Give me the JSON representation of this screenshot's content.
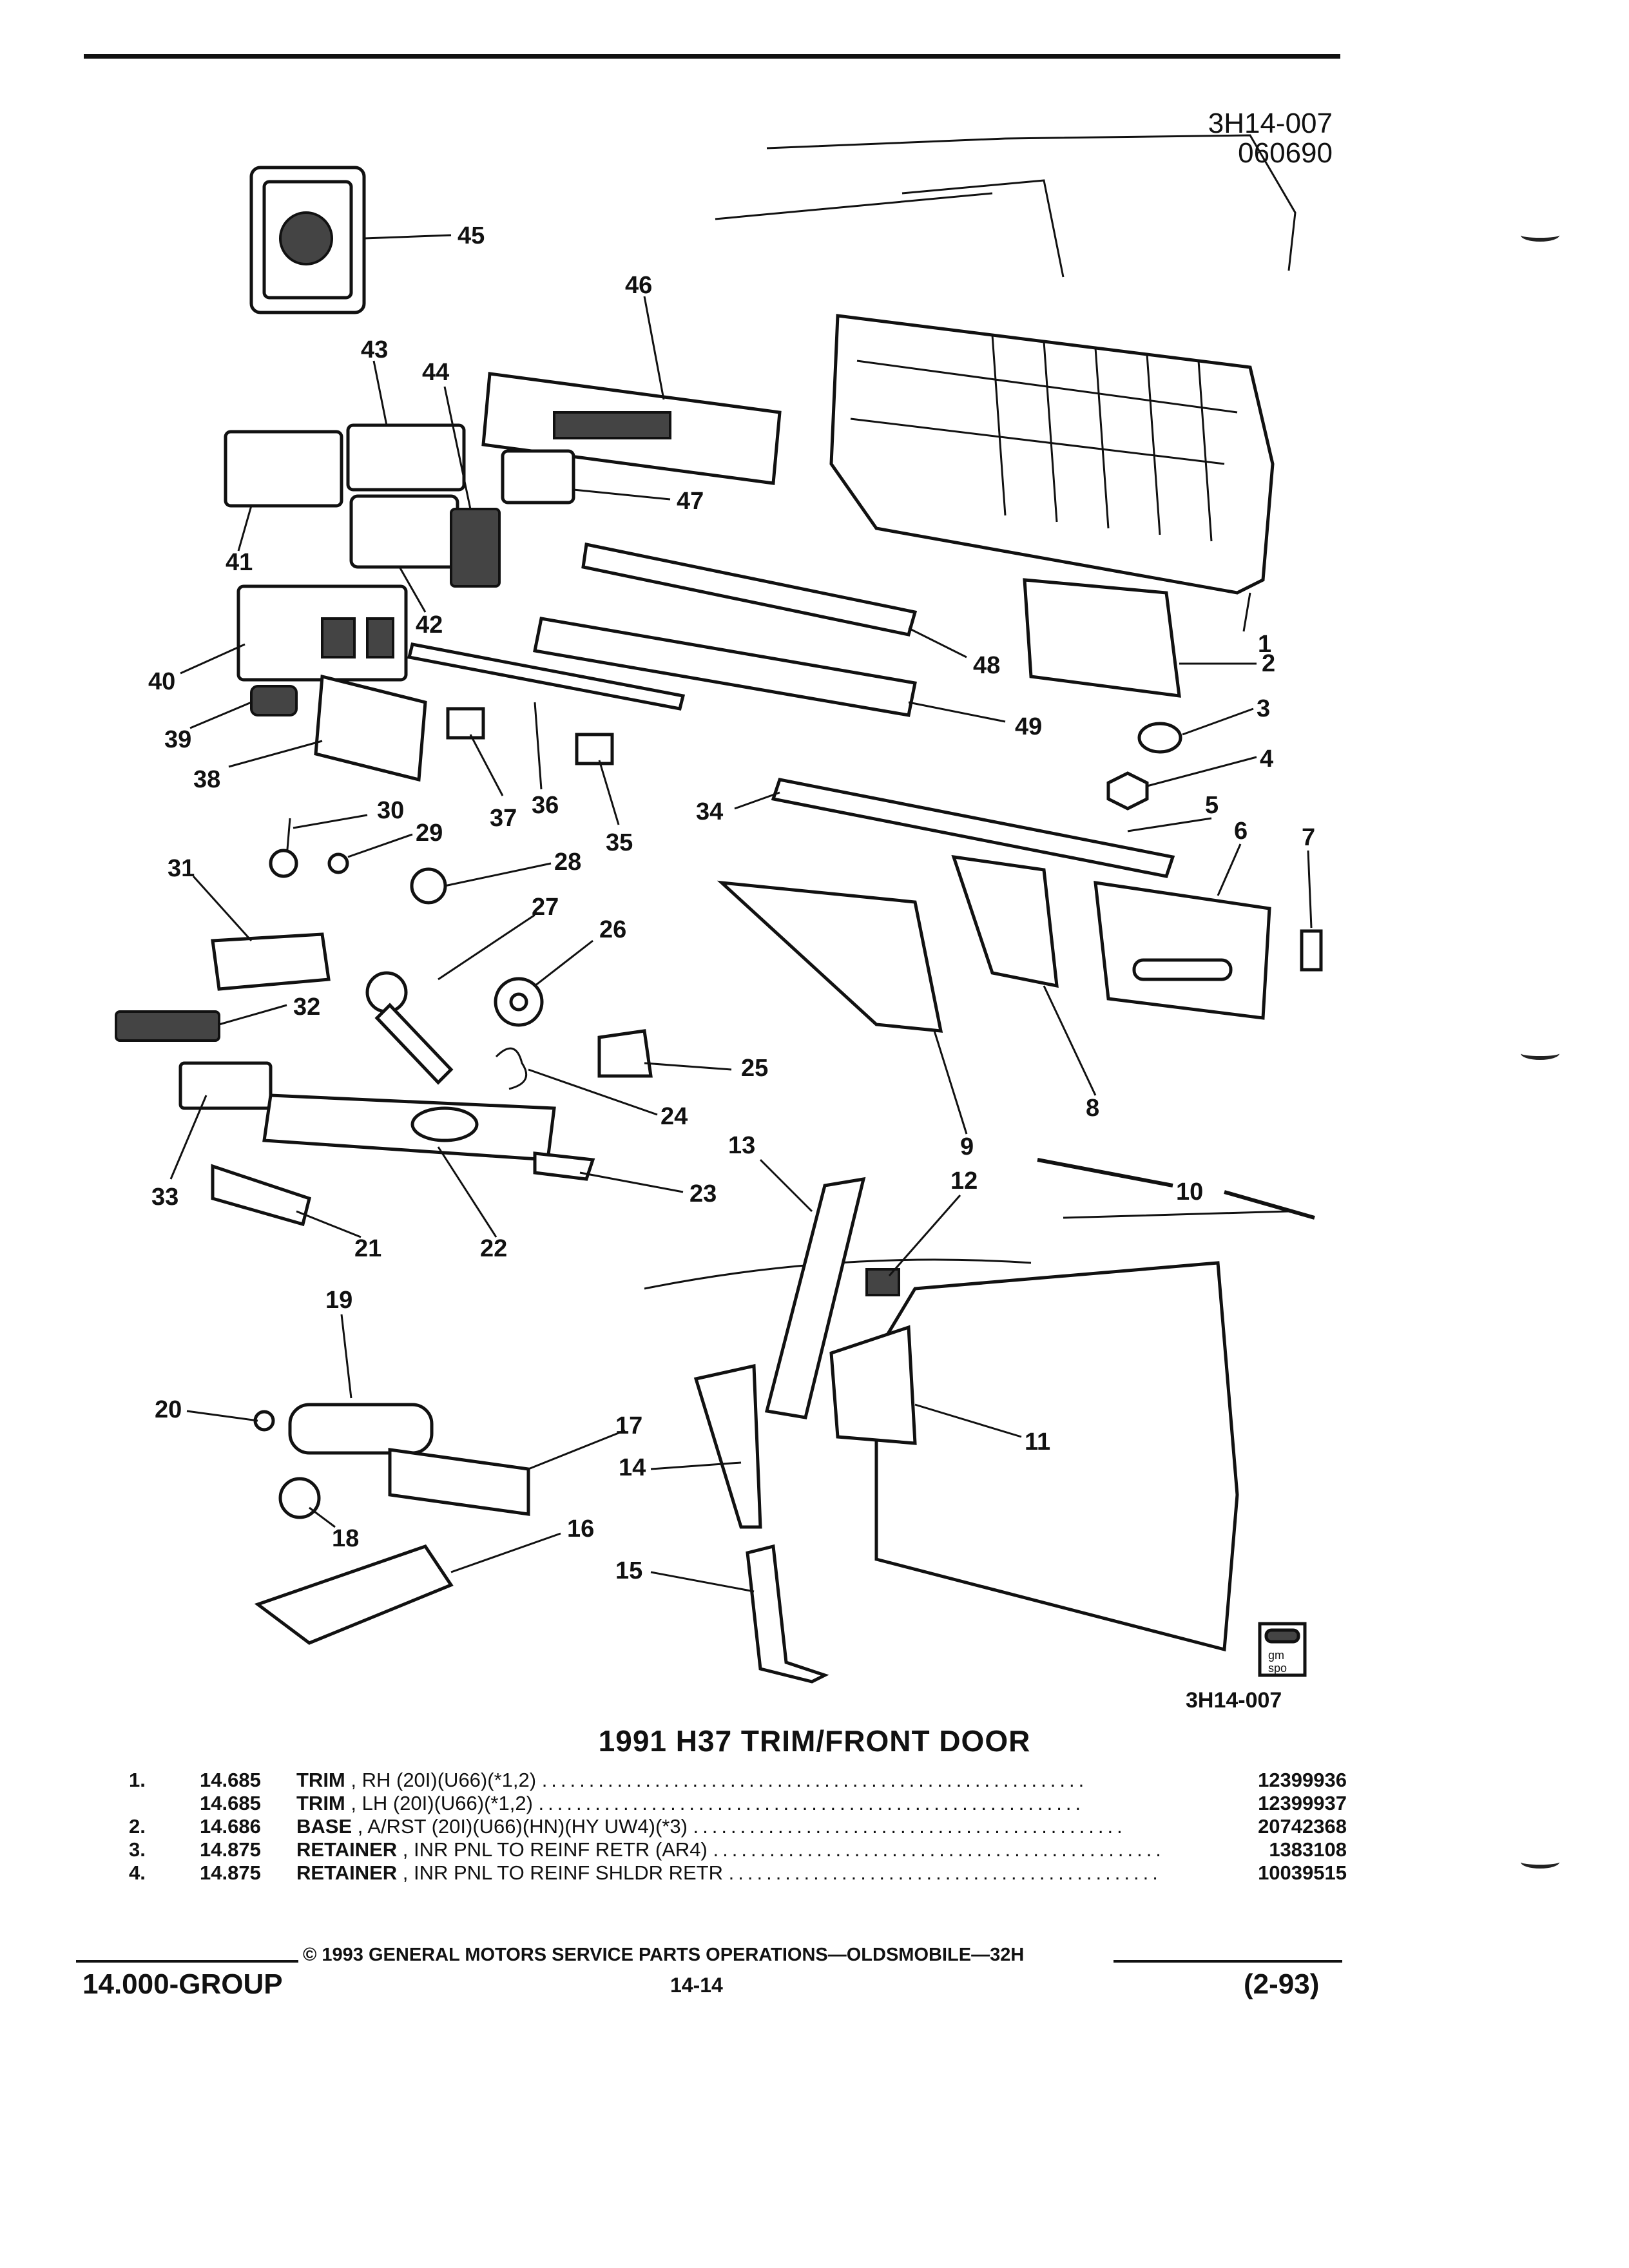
{
  "figure": {
    "code_top": "3H14-007",
    "date_code": "060690",
    "code_bottom": "3H14-007",
    "logo_text": "gm spo"
  },
  "callouts": [
    "1",
    "2",
    "3",
    "4",
    "5",
    "6",
    "7",
    "8",
    "9",
    "10",
    "11",
    "12",
    "13",
    "14",
    "15",
    "16",
    "17",
    "18",
    "19",
    "20",
    "21",
    "22",
    "23",
    "24",
    "25",
    "26",
    "27",
    "28",
    "29",
    "30",
    "31",
    "32",
    "33",
    "34",
    "35",
    "36",
    "37",
    "38",
    "39",
    "40",
    "41",
    "42",
    "43",
    "44",
    "45",
    "46",
    "47",
    "48",
    "49"
  ],
  "title": "1991 H37 TRIM/FRONT DOOR",
  "parts": [
    {
      "num": "1.",
      "code": "14.685",
      "name": "TRIM",
      "spec": " , RH (20I)(U66)(*1,2)",
      "pn": "12399936"
    },
    {
      "num": "",
      "code": "14.685",
      "name": "TRIM",
      "spec": " , LH (20I)(U66)(*1,2)",
      "pn": "12399937"
    },
    {
      "num": "2.",
      "code": "14.686",
      "name": "BASE",
      "spec": " , A/RST (20I)(U66)(HN)(HY UW4)(*3)",
      "pn": "20742368"
    },
    {
      "num": "3.",
      "code": "14.875",
      "name": "RETAINER",
      "spec": " , INR PNL TO REINF RETR (AR4)",
      "pn": "1383108"
    },
    {
      "num": "4.",
      "code": "14.875",
      "name": "RETAINER",
      "spec": " , INR PNL TO REINF SHLDR RETR",
      "pn": "10039515"
    }
  ],
  "footer": {
    "copyright": "© 1993  GENERAL MOTORS SERVICE PARTS OPERATIONS—OLDSMOBILE—32H",
    "group": "14.000-GROUP",
    "page": "14-14",
    "revision": "(2-93)"
  }
}
